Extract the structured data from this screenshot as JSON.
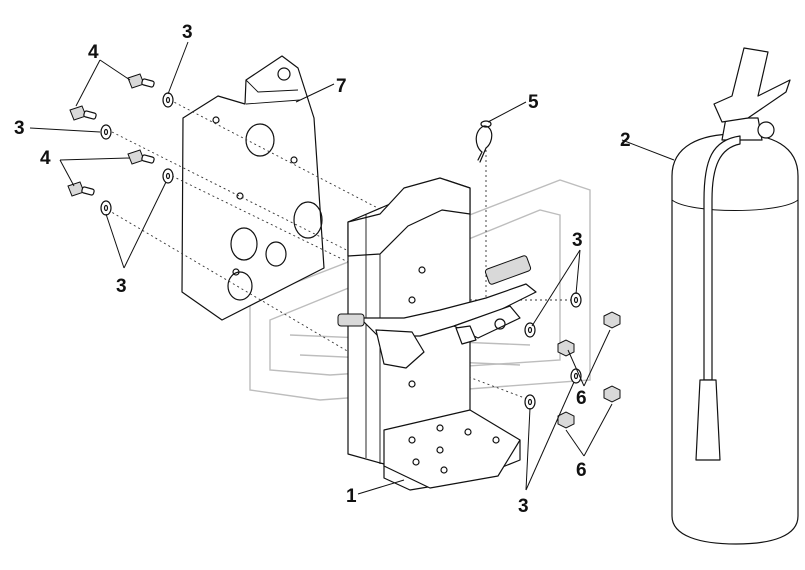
{
  "callouts": {
    "bracket": "1",
    "extinguisher": "2",
    "washer_top": "3",
    "washer_left": "3",
    "washer_group_left": "3",
    "washer_right_top": "3",
    "washer_right_bottom": "3",
    "bolt_top": "4",
    "bolt_mid": "4",
    "cotter_pin": "5",
    "nut_right_top": "6",
    "nut_right_bottom": "6",
    "plate": "7"
  }
}
